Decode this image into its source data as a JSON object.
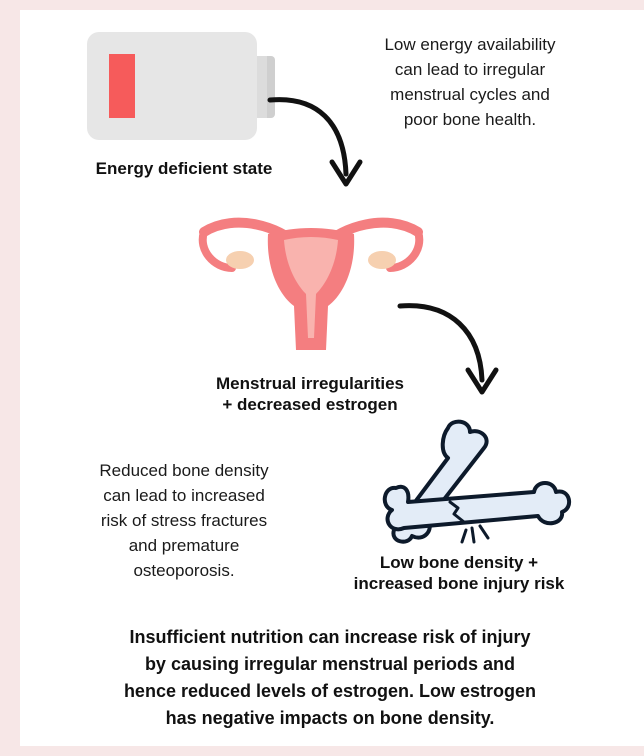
{
  "steps": [
    {
      "label": "Energy deficient state",
      "icon": "battery-low-icon"
    },
    {
      "label_line1": "Menstrual irregularities",
      "label_line2": "+ decreased estrogen",
      "icon": "uterus-icon"
    },
    {
      "label_line1": "Low bone density +",
      "label_line2": "increased bone injury risk",
      "icon": "fractured-bones-icon"
    }
  ],
  "notes": {
    "energy": [
      "Low energy availability",
      "can lead to irregular",
      "menstrual cycles and",
      "poor bone health."
    ],
    "bone": [
      "Reduced bone density",
      "can lead to increased",
      "risk of stress fractures",
      "and premature",
      "osteoporosis."
    ]
  },
  "summary": [
    "Insufficient nutrition can increase risk of injury",
    "by causing irregular menstrual periods and",
    "hence reduced levels of estrogen. Low estrogen",
    "has negative impacts on bone density."
  ],
  "colors": {
    "background": "#f7e7e7",
    "battery_body": "#e6e6e6",
    "battery_level": "#f65b5b",
    "uterus": "#f47e80",
    "uterus_light": "#f9b3ae",
    "ovary": "#f6d0b0",
    "bone": "#e3ecf7",
    "outline": "#0d1a2b"
  }
}
